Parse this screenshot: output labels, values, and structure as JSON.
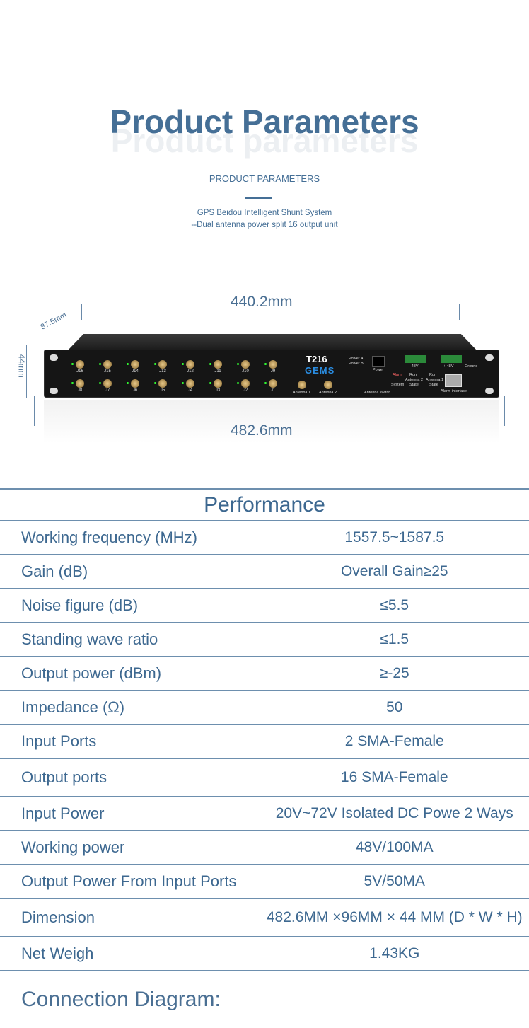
{
  "header": {
    "title": "Product Parameters",
    "ghost": "Product parameters",
    "subtitle": "PRODUCT PARAMETERS",
    "desc1": "GPS Beidou Intelligent Shunt System",
    "desc2": "--Dual antenna power split 16 output unit"
  },
  "dimensions": {
    "width_inner": "440.2mm",
    "width_total": "482.6mm",
    "depth": "87.5mm",
    "height": "44mm"
  },
  "device": {
    "model": "T216",
    "brand": "GEMS",
    "top_ports": [
      "J16",
      "J15",
      "J14",
      "J13",
      "J12",
      "J11",
      "J10",
      "J9"
    ],
    "bottom_ports": [
      "J8",
      "J7",
      "J6",
      "J5",
      "J4",
      "J3",
      "J2",
      "J1"
    ],
    "antennas": [
      "Antenna 1",
      "Antenna 2"
    ],
    "power_a": "Power A",
    "power_b": "Power B",
    "power": "Power",
    "v48": "+ 48V -",
    "ground": "Ground",
    "alarm": "Alarm",
    "run": "Run",
    "system": "System",
    "state": "State",
    "antenna2": "Antenna 2",
    "antenna1": "Antenna 1",
    "antenna_switch": "Antenna switch",
    "alarm_interface": "Alarm interface"
  },
  "table": {
    "title": "Performance",
    "rows": [
      {
        "k": "Working frequency (MHz)",
        "v": "1557.5~1587.5"
      },
      {
        "k": "Gain (dB)",
        "v": "Overall Gain≥25"
      },
      {
        "k": "Noise figure (dB)",
        "v": "≤5.5"
      },
      {
        "k": "Standing wave ratio",
        "v": "≤1.5"
      },
      {
        "k": "Output power (dBm)",
        "v": "≥-25"
      },
      {
        "k": "Impedance (Ω)",
        "v": "50"
      },
      {
        "k": "Input Ports",
        "v": "2  SMA-Female"
      },
      {
        "k": "Output ports",
        "v": "16  SMA-Female"
      },
      {
        "k": "Input Power",
        "v": "20V~72V Isolated DC Powe 2 Ways"
      },
      {
        "k": "Working power",
        "v": "48V/100MA"
      },
      {
        "k": "Output Power From Input Ports",
        "v": "5V/50MA"
      },
      {
        "k": "Dimension",
        "v": "482.6MM ×96MM × 44 MM (D * W * H)"
      },
      {
        "k": "Net Weigh",
        "v": "1.43KG"
      }
    ]
  },
  "connection_title": "Connection Diagram:"
}
